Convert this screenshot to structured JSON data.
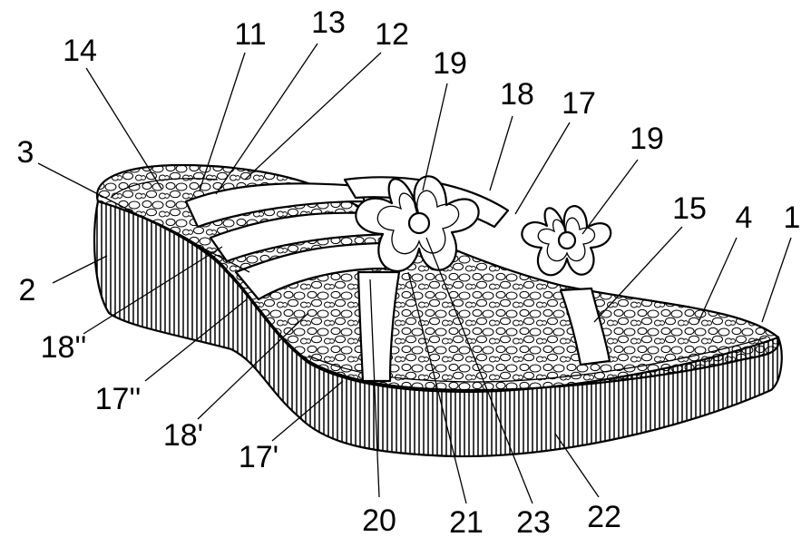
{
  "figure": {
    "labels": [
      {
        "id": "1",
        "text": "1"
      },
      {
        "id": "2",
        "text": "2"
      },
      {
        "id": "3",
        "text": "3"
      },
      {
        "id": "4",
        "text": "4"
      },
      {
        "id": "11",
        "text": "11"
      },
      {
        "id": "12",
        "text": "12"
      },
      {
        "id": "13",
        "text": "13"
      },
      {
        "id": "14",
        "text": "14"
      },
      {
        "id": "15",
        "text": "15"
      },
      {
        "id": "17a",
        "text": "17"
      },
      {
        "id": "17p",
        "text": "17'"
      },
      {
        "id": "17pp",
        "text": "17''"
      },
      {
        "id": "18a",
        "text": "18"
      },
      {
        "id": "18p",
        "text": "18'"
      },
      {
        "id": "18pp",
        "text": "18''"
      },
      {
        "id": "19a",
        "text": "19"
      },
      {
        "id": "19b",
        "text": "19"
      },
      {
        "id": "20",
        "text": "20"
      },
      {
        "id": "21",
        "text": "21"
      },
      {
        "id": "22",
        "text": "22"
      },
      {
        "id": "23",
        "text": "23"
      }
    ]
  }
}
